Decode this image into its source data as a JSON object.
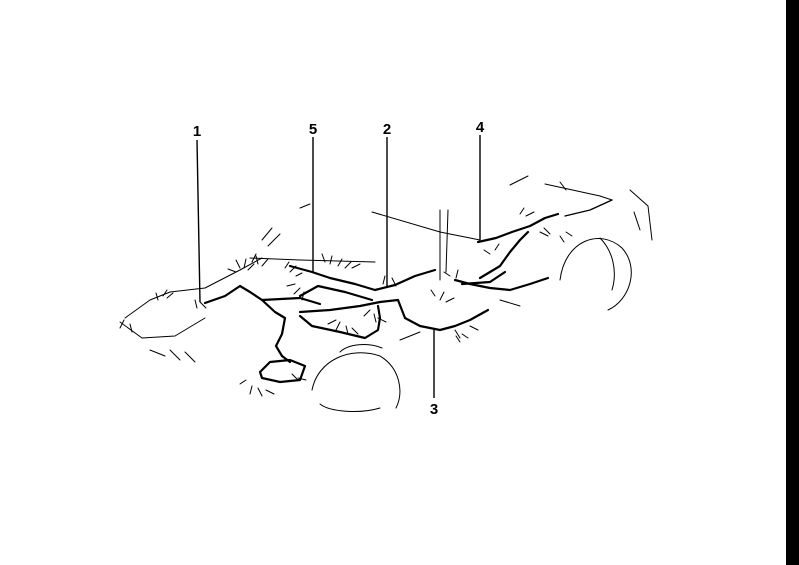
{
  "figure": {
    "callouts": [
      {
        "id": "1",
        "label": "1"
      },
      {
        "id": "5",
        "label": "5"
      },
      {
        "id": "2",
        "label": "2"
      },
      {
        "id": "4",
        "label": "4"
      },
      {
        "id": "3",
        "label": "3"
      }
    ]
  },
  "colors": {
    "ink": "#000000",
    "paper": "#ffffff"
  }
}
